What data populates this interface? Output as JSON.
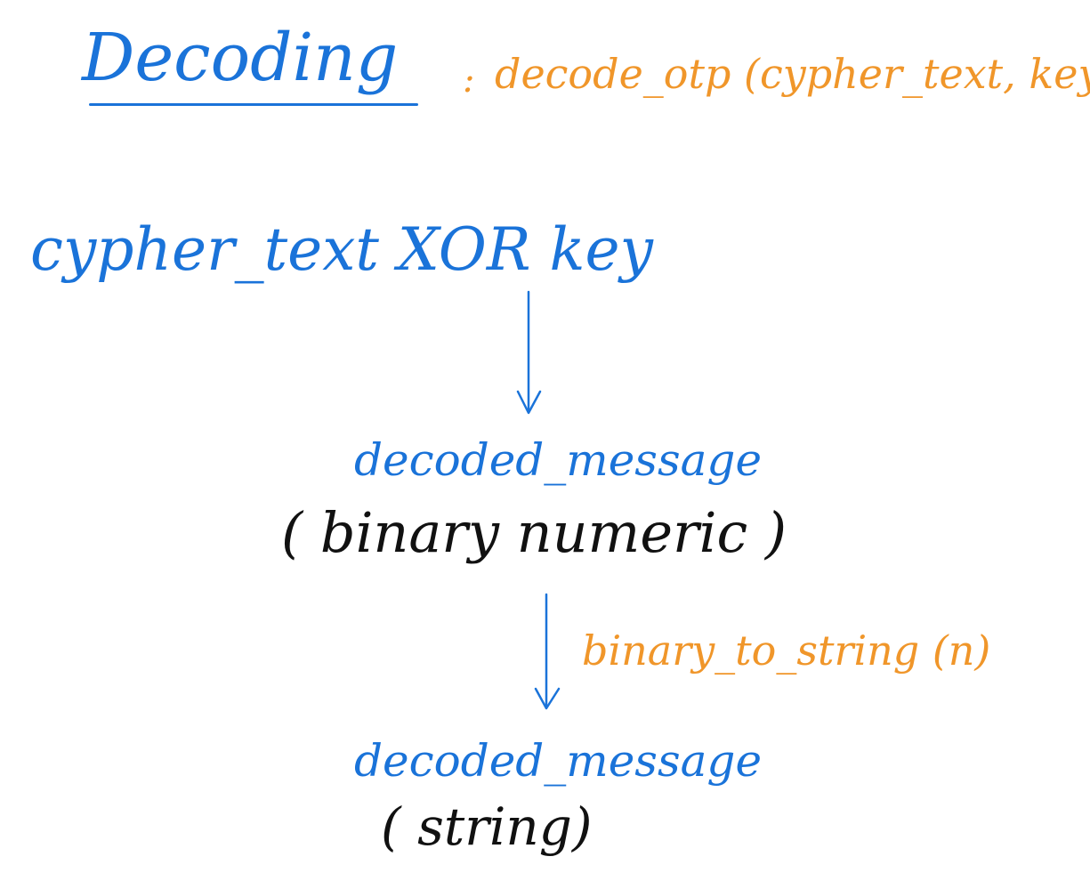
{
  "title": "Decoding",
  "colon": ":",
  "function_signature": "decode_otp (cypher_text, key)",
  "expression": "cypher_text  XOR  key",
  "step1": {
    "label": "decoded_message",
    "type_note": "( binary numeric )"
  },
  "conversion": {
    "function": "binary_to_string (n)"
  },
  "step2": {
    "label": "decoded_message",
    "type_note": "( string)"
  },
  "colors": {
    "blue": "#1a73d9",
    "orange": "#f0962a",
    "black": "#111111"
  }
}
